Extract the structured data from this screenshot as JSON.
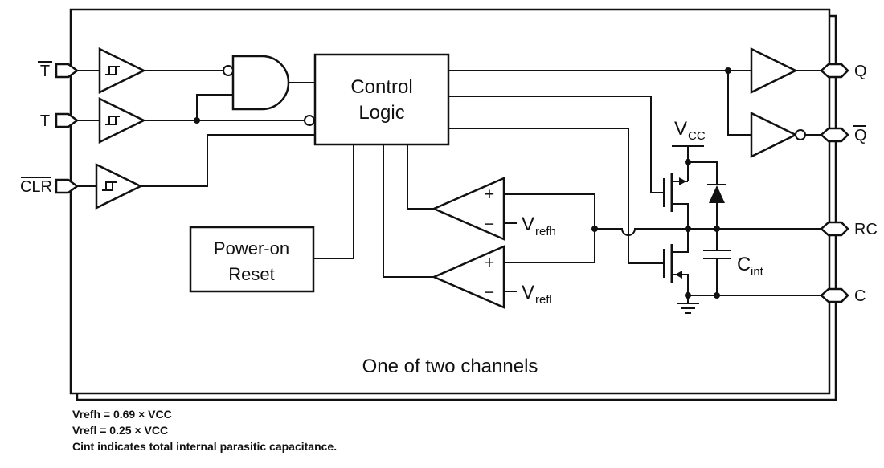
{
  "pins": {
    "t_bar": {
      "label": "T",
      "inverted": true
    },
    "t": {
      "label": "T",
      "inverted": false
    },
    "clr": {
      "label": "CLR",
      "inverted": true
    },
    "q": {
      "label": "Q",
      "inverted": false
    },
    "q_bar": {
      "label": "Q",
      "inverted": true
    },
    "rc": {
      "label": "RC",
      "inverted": false
    },
    "c": {
      "label": "C",
      "inverted": false
    }
  },
  "blocks": {
    "control_logic": {
      "line1": "Control",
      "line2": "Logic"
    },
    "power_on_reset": {
      "line1": "Power-on",
      "line2": "Reset"
    }
  },
  "comparators": {
    "plus": "+",
    "minus": "−"
  },
  "net_labels": {
    "vcc": {
      "base": "V",
      "sub": "CC"
    },
    "vrefh": {
      "base": "V",
      "sub": "refh"
    },
    "vrefl": {
      "base": "V",
      "sub": "refl"
    },
    "cint": {
      "base": "C",
      "sub": "int"
    }
  },
  "caption": "One of two channels",
  "notes": [
    "Vrefh = 0.69 × VCC",
    "Vrefl = 0.25 × VCC",
    "Cint indicates total internal parasitic capacitance."
  ],
  "colors": {
    "ink": "#111111",
    "background": "#ffffff"
  }
}
